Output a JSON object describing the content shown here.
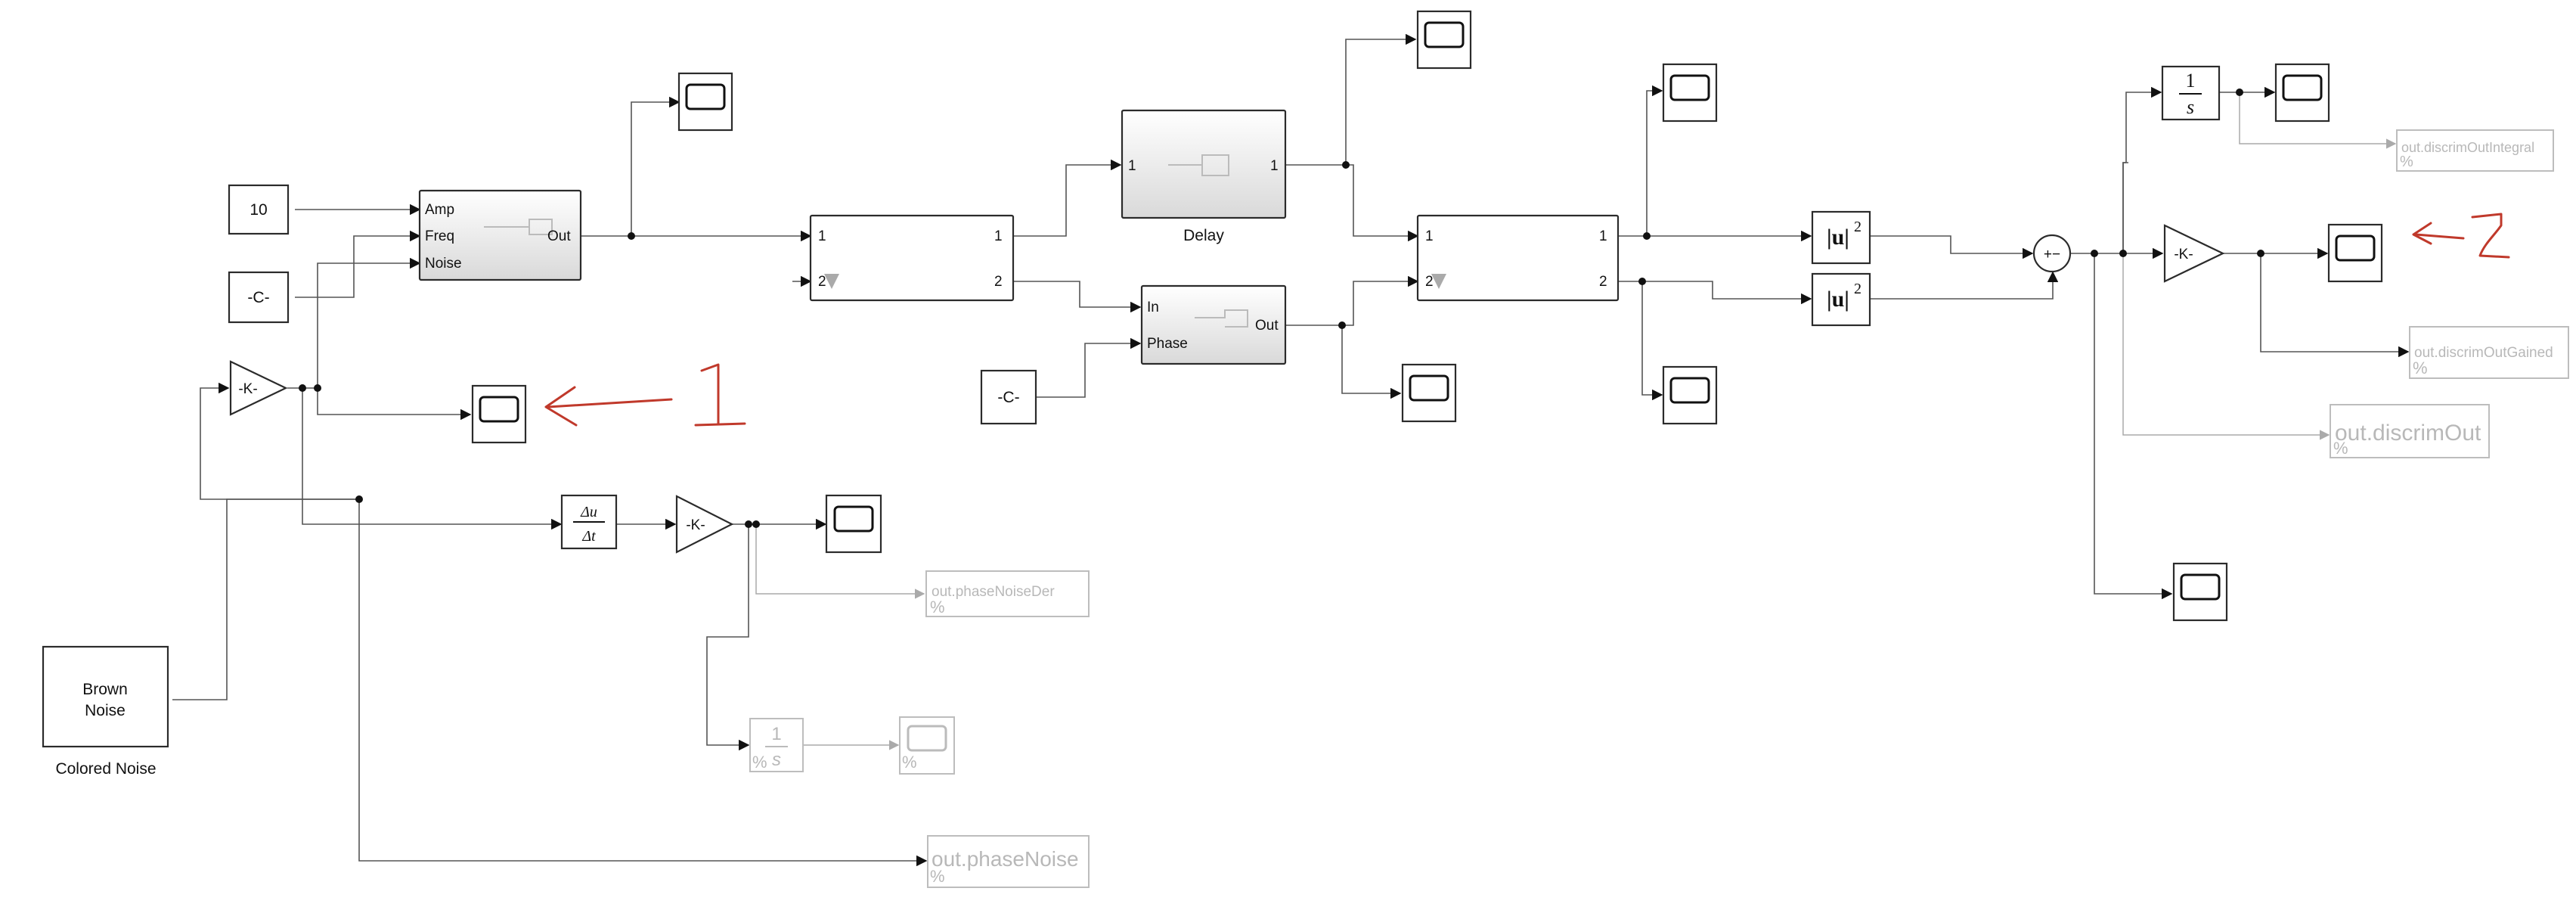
{
  "blocks": {
    "constant_10": "10",
    "constant_c1": "-C-",
    "constant_c2": "-C-",
    "gain_k": "-K-",
    "signal_gen_ports": {
      "amp": "Amp",
      "freq": "Freq",
      "noise": "Noise",
      "out": "Out"
    },
    "delay_label": "Delay",
    "delay_port_in": "1",
    "delay_port_out": "1",
    "switch_ports": {
      "in1": "1",
      "in2": "2",
      "out1": "1",
      "out2": "2"
    },
    "phase_shift_ports": {
      "in": "In",
      "phase": "Phase",
      "out": "Out"
    },
    "abs_sq": "|u|",
    "abs_sq_exp": "2",
    "derivative_num": "Δu",
    "derivative_den": "Δt",
    "integrator_num": "1",
    "integrator_den": "s",
    "integrator2_num": "1",
    "integrator2_den": "s",
    "sum_signs": "+−",
    "brown_noise_line1": "Brown",
    "brown_noise_line2": "Noise",
    "colored_noise_label": "Colored Noise"
  },
  "outputs": {
    "phase_noise_der": "out.phaseNoiseDer",
    "phase_noise": "out.phaseNoise",
    "discrim_out_integral": "out.discrimOutIntegral",
    "discrim_out_gained": "out.discrimOutGained",
    "discrim_out": "out.discrimOut"
  },
  "annotations": {
    "mark_1": "1",
    "mark_2": "2"
  }
}
